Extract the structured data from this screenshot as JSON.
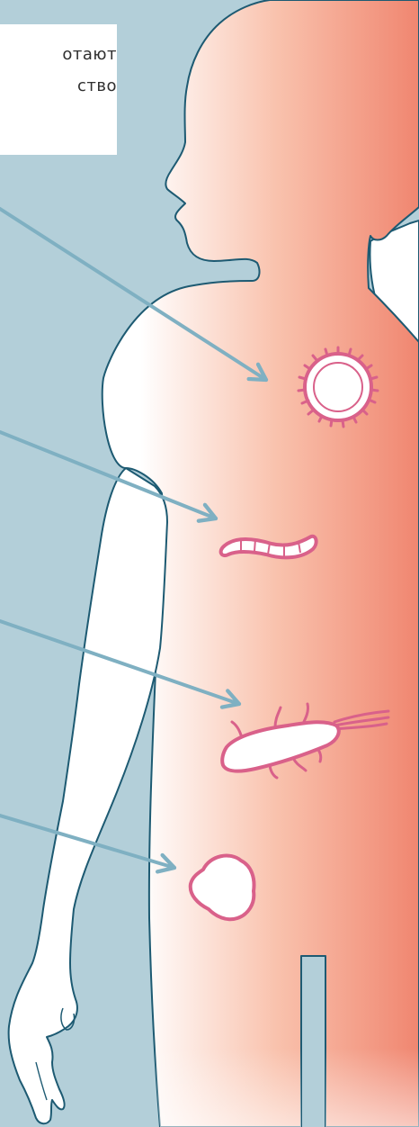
{
  "caption": {
    "lines": [
      "отают",
      "ство"
    ]
  },
  "colors": {
    "background": "#b3cfd9",
    "body_fill": "#ffffff",
    "body_outline": "#1d5a72",
    "gradient_light": "#fbe2d8",
    "gradient_dark": "#f0806b",
    "arrow": "#7fb0c2",
    "microbe_outline": "#d9618a"
  },
  "microbes": [
    {
      "name": "virus",
      "icon": "virus-icon"
    },
    {
      "name": "segmented-worm",
      "icon": "worm-icon"
    },
    {
      "name": "flagellated-bacterium",
      "icon": "bacterium-icon"
    },
    {
      "name": "blob-cell",
      "icon": "cell-icon"
    }
  ]
}
